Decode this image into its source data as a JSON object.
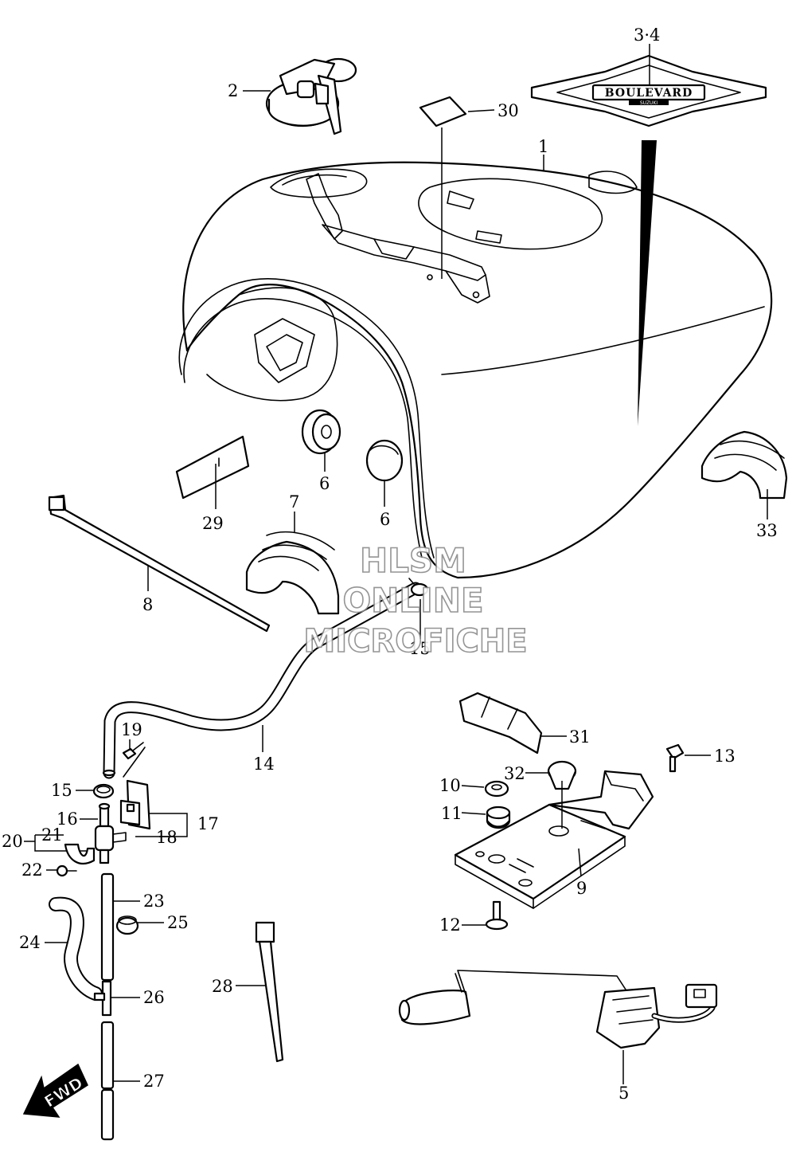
{
  "emblem": {
    "main": "BOULEVARD",
    "sub": "SUZUKI"
  },
  "direction_arrow": {
    "label": "FWD"
  },
  "watermark": {
    "line1": "HLSM",
    "line2": "ONLINE",
    "line3": "MICROFICHE"
  },
  "callouts": {
    "c1": "1",
    "c2": "2",
    "c34": "3·4",
    "c5": "5",
    "c6a": "6",
    "c6b": "6",
    "c7": "7",
    "c8": "8",
    "c9": "9",
    "c10": "10",
    "c11": "11",
    "c12": "12",
    "c13": "13",
    "c14": "14",
    "c15a": "15",
    "c15b": "15",
    "c16": "16",
    "c17": "17",
    "c18": "18",
    "c19": "19",
    "c20": "20",
    "c21": "21",
    "c22": "22",
    "c23": "23",
    "c24": "24",
    "c25": "25",
    "c26": "26",
    "c27": "27",
    "c28": "28",
    "c29": "29",
    "c30": "30",
    "c31": "31",
    "c32": "32",
    "c33": "33"
  }
}
